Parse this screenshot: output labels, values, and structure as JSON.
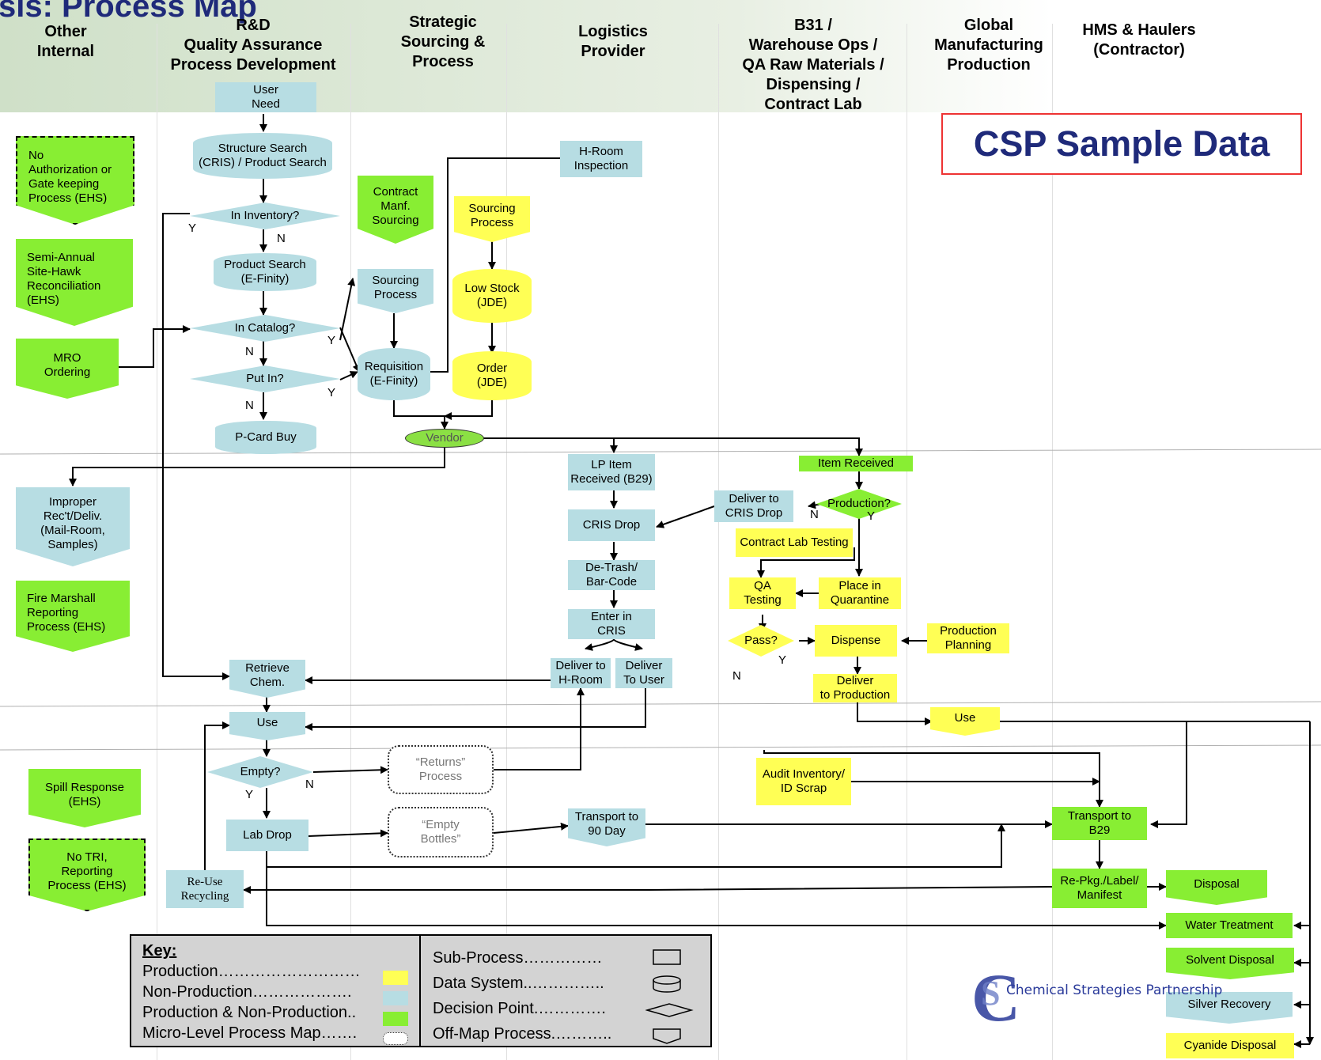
{
  "title": "sis:  Process Map",
  "lanes": {
    "other_internal": "Other\nInternal",
    "rd": "R&D\nQuality Assurance\nProcess Development",
    "strategic": "Strategic\nSourcing &\nProcess",
    "logistics": "Logistics\nProvider",
    "b31": "B31 /\nWarehouse Ops /\nQA Raw Materials /\nDispensing /\nContract Lab",
    "global": "Global\nManufacturing\nProduction",
    "hms": "HMS & Haulers\n(Contractor)"
  },
  "banner": "CSP Sample Data",
  "nodes": {
    "user_need": "User\nNeed",
    "structure_search": "Structure Search\n(CRIS) / Product Search",
    "in_inventory": "In Inventory?",
    "product_search": "Product Search\n(E-Finity)",
    "in_catalog": "In Catalog?",
    "put_in": "Put In?",
    "pcard_buy": "P-Card Buy",
    "no_auth": "No\nAuthorization or\nGate keeping\nProcess (EHS)",
    "semi_annual": "Semi-Annual\nSite-Hawk\nReconciliation\n(EHS)",
    "mro": "MRO\nOrdering",
    "hroom_inspection": "H-Room\nInspection",
    "contract_manf": "Contract\nManf.\nSourcing",
    "sourcing_process_y": "Sourcing\nProcess",
    "sourcing_process_b": "Sourcing\nProcess",
    "low_stock": "Low Stock\n(JDE)",
    "requisition": "Requisition\n(E-Finity)",
    "order": "Order\n(JDE)",
    "vendor": "Vendor",
    "improper": "Improper\nRec't/Deliv.\n(Mail-Room,\nSamples)",
    "fire_marshall": "Fire Marshall\nReporting\nProcess (EHS)",
    "lp_item": "LP Item\nReceived (B29)",
    "cris_drop": "CRIS Drop",
    "detrash": "De-Trash/\nBar-Code",
    "enter_cris": "Enter in\nCRIS",
    "deliver_hroom": "Deliver to\nH-Room",
    "deliver_user": "Deliver\nTo User",
    "retrieve": "Retrieve\nChem.",
    "item_received": "Item Received",
    "production_q": "Production?",
    "deliver_cris": "Deliver to\nCRIS Drop",
    "contract_lab": "Contract Lab Testing",
    "qa_testing": "QA\nTesting",
    "quarantine": "Place in\nQuarantine",
    "pass_q": "Pass?",
    "dispense": "Dispense",
    "prod_planning": "Production\nPlanning",
    "deliver_prod": "Deliver\nto Production",
    "use_y": "Use",
    "use_b": "Use",
    "empty_q": "Empty?",
    "returns": "“Returns”\nProcess",
    "lab_drop": "Lab Drop",
    "empty_bottles": "“Empty\nBottles”",
    "transport90": "Transport to\n90 Day",
    "audit": "Audit Inventory/\nID Scrap",
    "transport_b29": "Transport to\nB29",
    "repkg": "Re-Pkg./Label/\nManifest",
    "reuse": "Re-Use\nRecycling",
    "spill": "Spill Response\n(EHS)",
    "no_tri": "No TRI,\nReporting\nProcess (EHS)",
    "disposal": "Disposal",
    "water": "Water Treatment",
    "solvent": "Solvent Disposal",
    "silver": "Silver Recovery",
    "cyanide": "Cyanide Disposal"
  },
  "edge_labels": [
    "Y",
    "N",
    "N",
    "Y",
    "Y",
    "N",
    "N",
    "Y",
    "N",
    "Y",
    "N",
    "Y"
  ],
  "key": {
    "title": "Key:",
    "items": [
      "Production………………………",
      "Non-Production……………….",
      "Production & Non-Production..",
      "Micro-Level Process Map……."
    ],
    "shapes": [
      "Sub-Process……………",
      "Data System..…………..",
      "Decision Point.………….",
      "Off-Map Process.……….."
    ]
  },
  "logo_text": "Chemical Strategies Partnership",
  "colors": {
    "production": "#ffff55",
    "non_production": "#b7dde3",
    "both": "#88ee33"
  }
}
